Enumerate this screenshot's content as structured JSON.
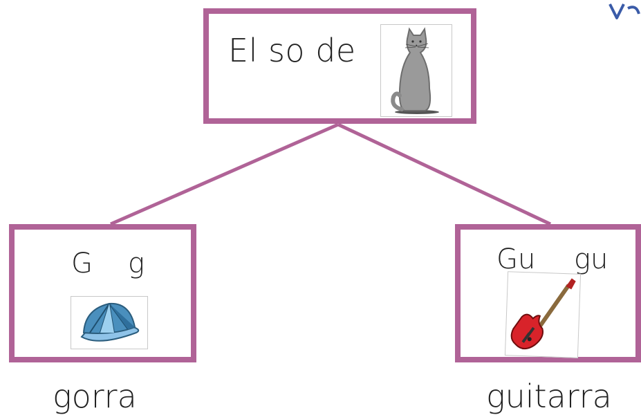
{
  "top_node": {
    "text": "El so de",
    "picture": "cat-icon"
  },
  "left_node": {
    "upper": "G",
    "lower": "g",
    "picture": "cap-icon",
    "caption": "gorra"
  },
  "right_node": {
    "upper": "Gu",
    "lower": "gu",
    "picture": "guitar-icon",
    "caption": "guitarra"
  },
  "colors": {
    "frame": "#b06397",
    "logo": "#3a5ba8"
  }
}
